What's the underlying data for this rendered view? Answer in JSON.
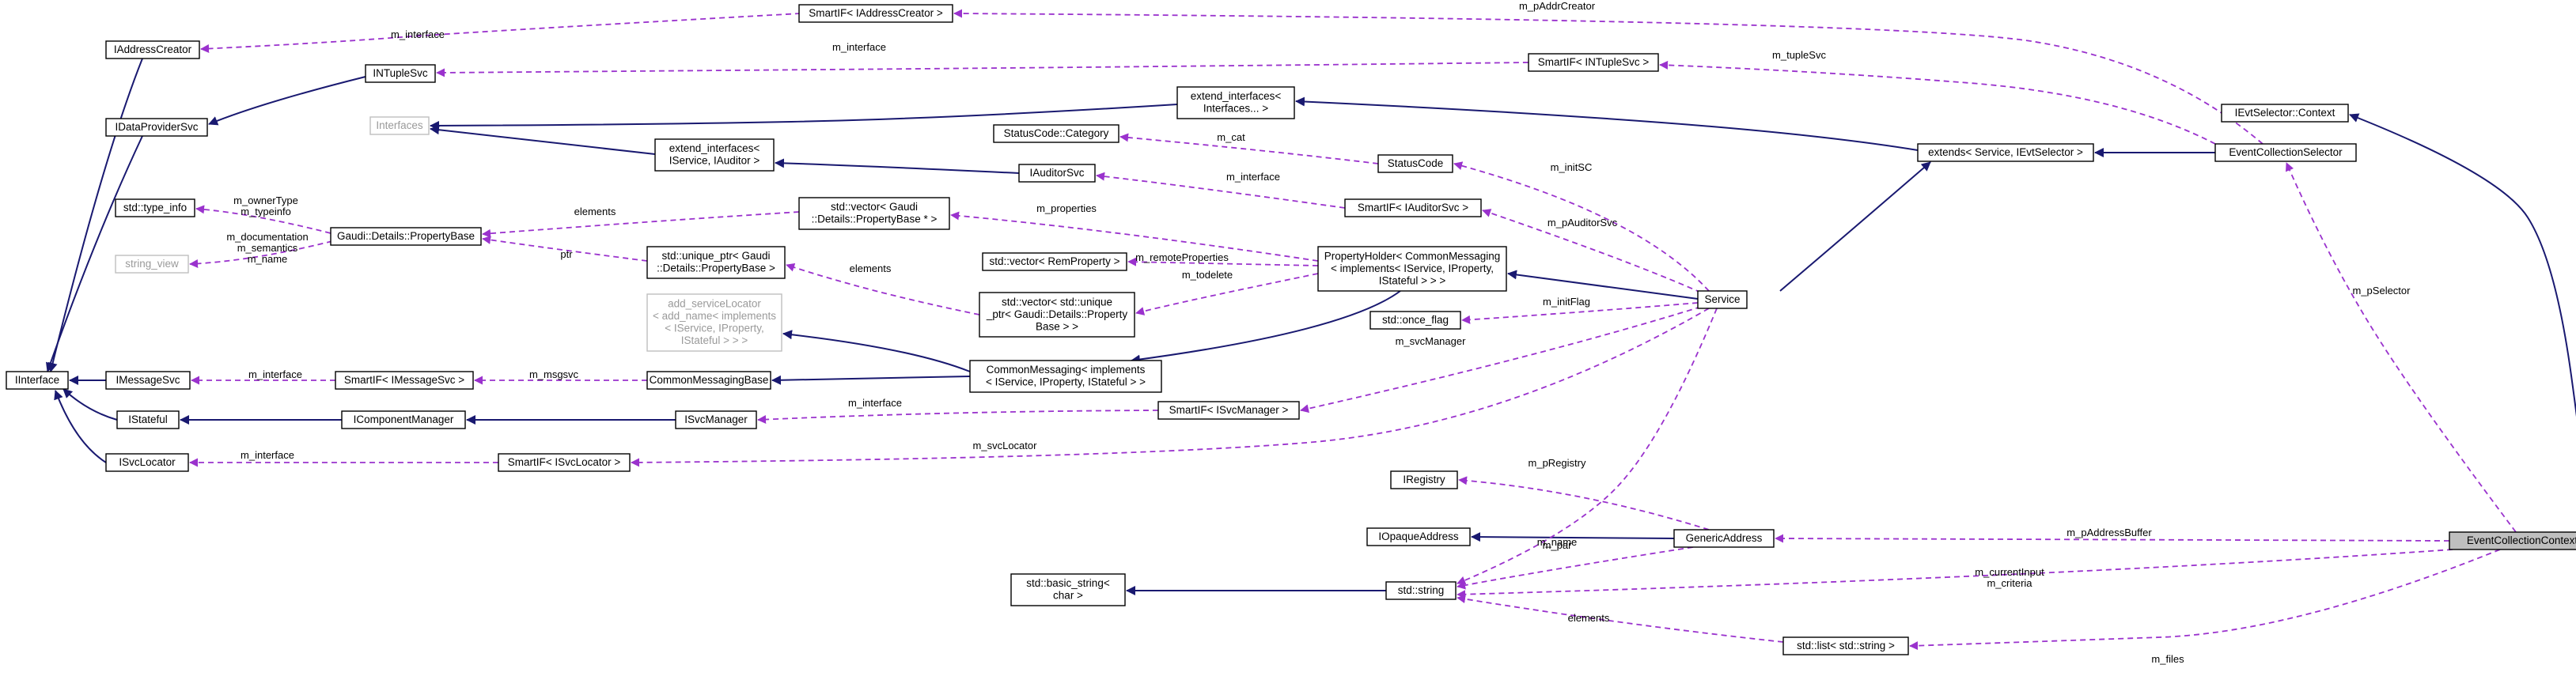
{
  "nodes": [
    {
      "id": "EventCollectionContext",
      "lines": [
        "EventCollectionContext"
      ],
      "style": "focus"
    },
    {
      "id": "IEvtSelector::Context",
      "lines": [
        "IEvtSelector::Context"
      ]
    },
    {
      "id": "IInterface",
      "lines": [
        "IInterface"
      ]
    },
    {
      "id": "IAddressCreator",
      "lines": [
        "IAddressCreator"
      ]
    },
    {
      "id": "IDataProviderSvc",
      "lines": [
        "IDataProviderSvc"
      ]
    },
    {
      "id": "INTupleSvc",
      "lines": [
        "INTupleSvc"
      ]
    },
    {
      "id": "Interfaces",
      "lines": [
        "Interfaces"
      ],
      "style": "ghost"
    },
    {
      "id": "std::type_info",
      "lines": [
        "std::type_info"
      ]
    },
    {
      "id": "string_view",
      "lines": [
        "string_view"
      ],
      "style": "ghost"
    },
    {
      "id": "IMessageSvc",
      "lines": [
        "IMessageSvc"
      ]
    },
    {
      "id": "IStateful",
      "lines": [
        "IStateful"
      ]
    },
    {
      "id": "ISvcLocator",
      "lines": [
        "ISvcLocator"
      ]
    },
    {
      "id": "SmartIF<IAddressCreator>",
      "lines": [
        "SmartIF< IAddressCreator >"
      ]
    },
    {
      "id": "SmartIF<INTupleSvc>",
      "lines": [
        "SmartIF< INTupleSvc >"
      ]
    },
    {
      "id": "extend_interfaces<Interfaces...>",
      "lines": [
        "extend_interfaces<",
        "Interfaces... >"
      ]
    },
    {
      "id": "extend_interfaces<IService,IAuditor>",
      "lines": [
        "extend_interfaces<",
        "IService, IAuditor >"
      ]
    },
    {
      "id": "StatusCode::Category",
      "lines": [
        "StatusCode::Category"
      ]
    },
    {
      "id": "IAuditorSvc",
      "lines": [
        "IAuditorSvc"
      ]
    },
    {
      "id": "StatusCode",
      "lines": [
        "StatusCode"
      ]
    },
    {
      "id": "Gaudi::Details::PropertyBase",
      "lines": [
        "Gaudi::Details::PropertyBase"
      ]
    },
    {
      "id": "std::vector<PropertyBase*>",
      "lines": [
        "std::vector< Gaudi",
        "::Details::PropertyBase * >"
      ]
    },
    {
      "id": "std::unique_ptr<PropertyBase>",
      "lines": [
        "std::unique_ptr< Gaudi",
        "::Details::PropertyBase >"
      ]
    },
    {
      "id": "std::vector<RemProperty>",
      "lines": [
        "std::vector< RemProperty >"
      ]
    },
    {
      "id": "std::vector<unique_ptr>",
      "lines": [
        "std::vector< std::unique",
        "_ptr< Gaudi::Details::Property",
        "Base > >"
      ]
    },
    {
      "id": "SmartIF<IAuditorSvc>",
      "lines": [
        "SmartIF< IAuditorSvc >"
      ]
    },
    {
      "id": "PropertyHolder",
      "lines": [
        "PropertyHolder< CommonMessaging",
        "< implements< IService, IProperty,",
        "IStateful > > >"
      ]
    },
    {
      "id": "std::once_flag",
      "lines": [
        "std::once_flag"
      ]
    },
    {
      "id": "add_serviceLocator",
      "lines": [
        "add_serviceLocator",
        "< add_name< implements",
        "< IService, IProperty,",
        "IStateful > > >"
      ],
      "style": "ghost"
    },
    {
      "id": "CommonMessaging<implements>",
      "lines": [
        "CommonMessaging< implements",
        "< IService, IProperty, IStateful > >"
      ]
    },
    {
      "id": "SmartIF<IMessageSvc>",
      "lines": [
        "SmartIF< IMessageSvc >"
      ]
    },
    {
      "id": "CommonMessagingBase",
      "lines": [
        "CommonMessagingBase"
      ]
    },
    {
      "id": "IComponentManager",
      "lines": [
        "IComponentManager"
      ]
    },
    {
      "id": "ISvcManager",
      "lines": [
        "ISvcManager"
      ]
    },
    {
      "id": "SmartIF<ISvcManager>",
      "lines": [
        "SmartIF< ISvcManager >"
      ]
    },
    {
      "id": "SmartIF<ISvcLocator>",
      "lines": [
        "SmartIF< ISvcLocator >"
      ]
    },
    {
      "id": "extends<Service,IEvtSelector>",
      "lines": [
        "extends< Service, IEvtSelector >"
      ]
    },
    {
      "id": "EventCollectionSelector",
      "lines": [
        "EventCollectionSelector"
      ]
    },
    {
      "id": "Service",
      "lines": [
        "Service"
      ]
    },
    {
      "id": "IRegistry",
      "lines": [
        "IRegistry"
      ]
    },
    {
      "id": "IOpaqueAddress",
      "lines": [
        "IOpaqueAddress"
      ]
    },
    {
      "id": "GenericAddress",
      "lines": [
        "GenericAddress"
      ]
    },
    {
      "id": "std::basic_string<char>",
      "lines": [
        "std::basic_string<",
        "char >"
      ]
    },
    {
      "id": "std::string",
      "lines": [
        "std::string"
      ]
    },
    {
      "id": "std::list<std::string>",
      "lines": [
        "std::list< std::string >"
      ]
    }
  ],
  "edges": [
    {
      "from": "EventCollectionContext",
      "to": "IEvtSelector::Context",
      "kind": "inherit"
    },
    {
      "from": "EventCollectionSelector",
      "to": "extends<Service,IEvtSelector>",
      "kind": "inherit"
    },
    {
      "from": "extends<Service,IEvtSelector>",
      "to": "Service",
      "kind": "inherit"
    },
    {
      "from": "extends<Service,IEvtSelector>",
      "to": "extend_interfaces<Interfaces...>",
      "kind": "inherit"
    },
    {
      "from": "extend_interfaces<Interfaces...>",
      "to": "Interfaces",
      "kind": "inherit"
    },
    {
      "from": "extend_interfaces<IService,IAuditor>",
      "to": "Interfaces",
      "kind": "inherit"
    },
    {
      "from": "IAuditorSvc",
      "to": "extend_interfaces<IService,IAuditor>",
      "kind": "inherit"
    },
    {
      "from": "Service",
      "to": "PropertyHolder",
      "kind": "inherit"
    },
    {
      "from": "PropertyHolder",
      "to": "CommonMessaging<implements>",
      "kind": "inherit"
    },
    {
      "from": "CommonMessaging<implements>",
      "to": "add_serviceLocator",
      "kind": "inherit"
    },
    {
      "from": "CommonMessaging<implements>",
      "to": "CommonMessagingBase",
      "kind": "inherit"
    },
    {
      "from": "INTupleSvc",
      "to": "IDataProviderSvc",
      "kind": "inherit"
    },
    {
      "from": "IAddressCreator",
      "to": "IInterface",
      "kind": "inherit"
    },
    {
      "from": "IDataProviderSvc",
      "to": "IInterface",
      "kind": "inherit"
    },
    {
      "from": "IMessageSvc",
      "to": "IInterface",
      "kind": "inherit"
    },
    {
      "from": "IStateful",
      "to": "IInterface",
      "kind": "inherit"
    },
    {
      "from": "ISvcLocator",
      "to": "IInterface",
      "kind": "inherit"
    },
    {
      "from": "IComponentManager",
      "to": "IStateful",
      "kind": "inherit"
    },
    {
      "from": "ISvcManager",
      "to": "IComponentManager",
      "kind": "inherit"
    },
    {
      "from": "GenericAddress",
      "to": "IOpaqueAddress",
      "kind": "inherit"
    },
    {
      "from": "std::string",
      "to": "std::basic_string<char>",
      "kind": "inherit"
    },
    {
      "from": "SmartIF<IAddressCreator>",
      "to": "IAddressCreator",
      "kind": "use",
      "label": "m_interface"
    },
    {
      "from": "EventCollectionSelector",
      "to": "SmartIF<IAddressCreator>",
      "kind": "use",
      "label": "m_pAddrCreator"
    },
    {
      "from": "SmartIF<INTupleSvc>",
      "to": "INTupleSvc",
      "kind": "use",
      "label": "m_interface"
    },
    {
      "from": "EventCollectionSelector",
      "to": "SmartIF<INTupleSvc>",
      "kind": "use",
      "label": "m_tupleSvc"
    },
    {
      "from": "StatusCode",
      "to": "StatusCode::Category",
      "kind": "use",
      "label": "m_cat"
    },
    {
      "from": "Service",
      "to": "StatusCode",
      "kind": "use",
      "label": "m_initSC"
    },
    {
      "from": "SmartIF<IAuditorSvc>",
      "to": "IAuditorSvc",
      "kind": "use",
      "label": "m_interface"
    },
    {
      "from": "Service",
      "to": "SmartIF<IAuditorSvc>",
      "kind": "use",
      "label": "m_pAuditorSvc"
    },
    {
      "from": "Gaudi::Details::PropertyBase",
      "to": "std::type_info",
      "kind": "use",
      "label": "m_ownerType\nm_typeinfo"
    },
    {
      "from": "Gaudi::Details::PropertyBase",
      "to": "string_view",
      "kind": "use",
      "label": "m_documentation\nm_semantics\nm_name"
    },
    {
      "from": "std::vector<PropertyBase*>",
      "to": "Gaudi::Details::PropertyBase",
      "kind": "use",
      "label": "elements"
    },
    {
      "from": "std::unique_ptr<PropertyBase>",
      "to": "Gaudi::Details::PropertyBase",
      "kind": "use",
      "label": "ptr"
    },
    {
      "from": "std::vector<unique_ptr>",
      "to": "std::unique_ptr<PropertyBase>",
      "kind": "use",
      "label": "elements"
    },
    {
      "from": "PropertyHolder",
      "to": "std::vector<PropertyBase*>",
      "kind": "use",
      "label": "m_properties"
    },
    {
      "from": "PropertyHolder",
      "to": "std::vector<RemProperty>",
      "kind": "use",
      "label": "m_remoteProperties"
    },
    {
      "from": "PropertyHolder",
      "to": "std::vector<unique_ptr>",
      "kind": "use",
      "label": "m_todelete"
    },
    {
      "from": "Service",
      "to": "std::once_flag",
      "kind": "use",
      "label": "m_initFlag"
    },
    {
      "from": "Service",
      "to": "SmartIF<ISvcManager>",
      "kind": "use",
      "label": "m_svcManager"
    },
    {
      "from": "SmartIF<IMessageSvc>",
      "to": "IMessageSvc",
      "kind": "use",
      "label": "m_interface"
    },
    {
      "from": "CommonMessagingBase",
      "to": "SmartIF<IMessageSvc>",
      "kind": "use",
      "label": "m_msgsvc"
    },
    {
      "from": "SmartIF<ISvcManager>",
      "to": "ISvcManager",
      "kind": "use",
      "label": "m_interface"
    },
    {
      "from": "SmartIF<ISvcLocator>",
      "to": "ISvcLocator",
      "kind": "use",
      "label": "m_interface"
    },
    {
      "from": "Service",
      "to": "SmartIF<ISvcLocator>",
      "kind": "use",
      "label": "m_svcLocator"
    },
    {
      "from": "Service",
      "to": "std::string",
      "kind": "use",
      "label": "m_name"
    },
    {
      "from": "GenericAddress",
      "to": "IRegistry",
      "kind": "use",
      "label": "m_pRegistry"
    },
    {
      "from": "GenericAddress",
      "to": "std::string",
      "kind": "use",
      "label": "m_par"
    },
    {
      "from": "EventCollectionContext",
      "to": "GenericAddress",
      "kind": "use",
      "label": "m_pAddressBuffer"
    },
    {
      "from": "EventCollectionContext",
      "to": "std::string",
      "kind": "use",
      "label": "m_currentInput\nm_criteria"
    },
    {
      "from": "std::list<std::string>",
      "to": "std::string",
      "kind": "use",
      "label": "elements"
    },
    {
      "from": "EventCollectionContext",
      "to": "std::list<std::string>",
      "kind": "use",
      "label": "m_files"
    },
    {
      "from": "EventCollectionContext",
      "to": "EventCollectionSelector",
      "kind": "use",
      "label": "m_pSelector"
    }
  ],
  "colors": {
    "inheritance_edge": "#191970",
    "usage_edge": "#9a32cd",
    "focus_node_fill": "#bfbfbf",
    "ghost_node_border": "#bfbfbf"
  }
}
